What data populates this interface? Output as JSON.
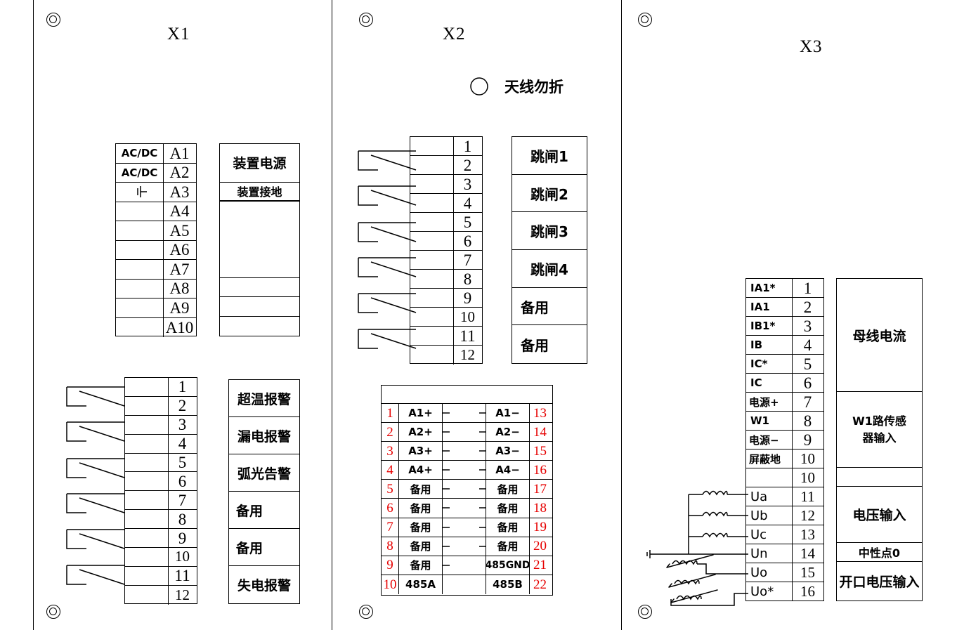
{
  "panels": [
    {
      "id": "X1",
      "title": "X1"
    },
    {
      "id": "X2",
      "title": "X2"
    },
    {
      "id": "X3",
      "title": "X3"
    }
  ],
  "x1": {
    "title": "X1",
    "power_terminals": {
      "rows": [
        {
          "left": "AC/DC",
          "right": "A1"
        },
        {
          "left": "AC/DC",
          "right": "A2"
        },
        {
          "left": "ground-symbol",
          "right": "A3"
        },
        {
          "left": "",
          "right": "A4"
        },
        {
          "left": "",
          "right": "A5"
        },
        {
          "left": "",
          "right": "A6"
        },
        {
          "left": "",
          "right": "A7"
        },
        {
          "left": "",
          "right": "A8"
        },
        {
          "left": "",
          "right": "A9"
        },
        {
          "left": "",
          "right": "A10"
        }
      ]
    },
    "power_labels": [
      "装置电源",
      "装置接地",
      "",
      "",
      "",
      ""
    ],
    "relay_terminals": {
      "numbers": [
        "1",
        "2",
        "3",
        "4",
        "5",
        "6",
        "7",
        "8",
        "9",
        "10",
        "11",
        "12"
      ]
    },
    "relay_labels": [
      "超温报警",
      "漏电报警",
      "弧光告警",
      "备用",
      "备用",
      "失电报警"
    ]
  },
  "x2": {
    "title": "X2",
    "antenna_note": "天线勿折",
    "trip_terminals": {
      "numbers": [
        "1",
        "2",
        "3",
        "4",
        "5",
        "6",
        "7",
        "8",
        "9",
        "10",
        "11",
        "12"
      ]
    },
    "trip_labels": [
      "跳闸1",
      "跳闸2",
      "跳闸3",
      "跳闸4",
      "备用",
      "备用"
    ],
    "io_table": {
      "header": "",
      "rows": [
        {
          "ln": "1",
          "lname": "A1+",
          "rname": "A1−",
          "rn": "13",
          "link": true
        },
        {
          "ln": "2",
          "lname": "A2+",
          "rname": "A2−",
          "rn": "14",
          "link": true
        },
        {
          "ln": "3",
          "lname": "A3+",
          "rname": "A3−",
          "rn": "15",
          "link": true
        },
        {
          "ln": "4",
          "lname": "A4+",
          "rname": "A4−",
          "rn": "16",
          "link": true
        },
        {
          "ln": "5",
          "lname": "备用",
          "rname": "备用",
          "rn": "17",
          "link": true
        },
        {
          "ln": "6",
          "lname": "备用",
          "rname": "备用",
          "rn": "18",
          "link": true
        },
        {
          "ln": "7",
          "lname": "备用",
          "rname": "备用",
          "rn": "19",
          "link": true
        },
        {
          "ln": "8",
          "lname": "备用",
          "rname": "备用",
          "rn": "20",
          "link": true
        },
        {
          "ln": "9",
          "lname": "备用",
          "rname": "485GND",
          "rn": "21",
          "link": false
        },
        {
          "ln": "10",
          "lname": "485A",
          "rname": "485B",
          "rn": "22",
          "link": false
        }
      ]
    }
  },
  "x3": {
    "title": "X3",
    "terminals": [
      {
        "name": "IA1*",
        "num": "1"
      },
      {
        "name": "IA1",
        "num": "2"
      },
      {
        "name": "IB1*",
        "num": "3"
      },
      {
        "name": "IB",
        "num": "4"
      },
      {
        "name": "IC*",
        "num": "5"
      },
      {
        "name": "IC",
        "num": "6"
      },
      {
        "name": "电源+",
        "num": "7"
      },
      {
        "name": "W1",
        "num": "8"
      },
      {
        "name": "电源−",
        "num": "9"
      },
      {
        "name": "屏蔽地",
        "num": "10"
      },
      {
        "name": "",
        "num": "10"
      },
      {
        "name": "Ua",
        "num": "11"
      },
      {
        "name": "Ub",
        "num": "12"
      },
      {
        "name": "Uc",
        "num": "13"
      },
      {
        "name": "Un",
        "num": "14"
      },
      {
        "name": "Uo",
        "num": "15"
      },
      {
        "name": "Uo*",
        "num": "16"
      }
    ],
    "group_labels": [
      "母线电流",
      "W1路传感\n器输入",
      "",
      "电压输入",
      "中性点0",
      "开口电压输入"
    ]
  },
  "colors": {
    "line": "#000000",
    "red_number": "#e60000",
    "background": "#ffffff"
  }
}
